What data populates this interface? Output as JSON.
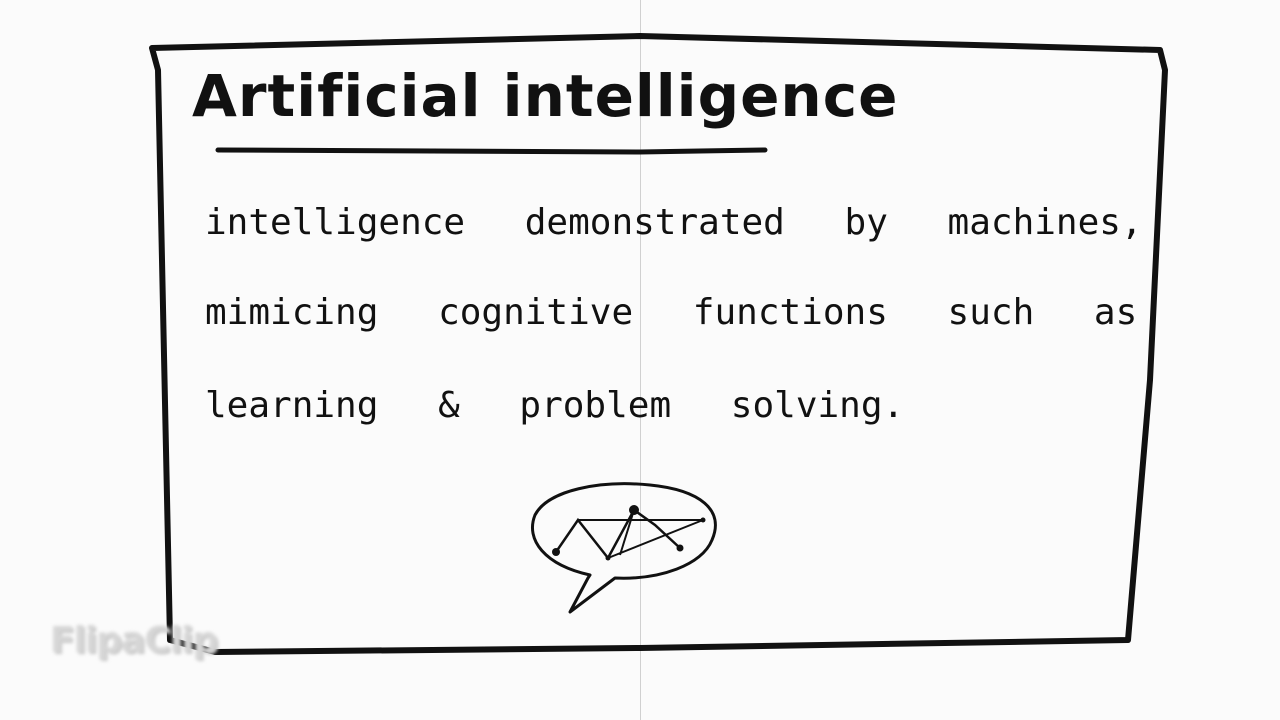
{
  "slide": {
    "title": "Artificial intelligence",
    "line1": "intelligence demonstrated by machines,",
    "line2": "mimicing cognitive functions such as",
    "line3": "learning & problem solving."
  },
  "watermark": {
    "text": "FlipaClip"
  },
  "colors": {
    "ink": "#111111",
    "paper": "#fbfbfb",
    "watermark": "#d6d6d6"
  },
  "icons": {
    "illustration": "speech-bubble-network-icon"
  }
}
